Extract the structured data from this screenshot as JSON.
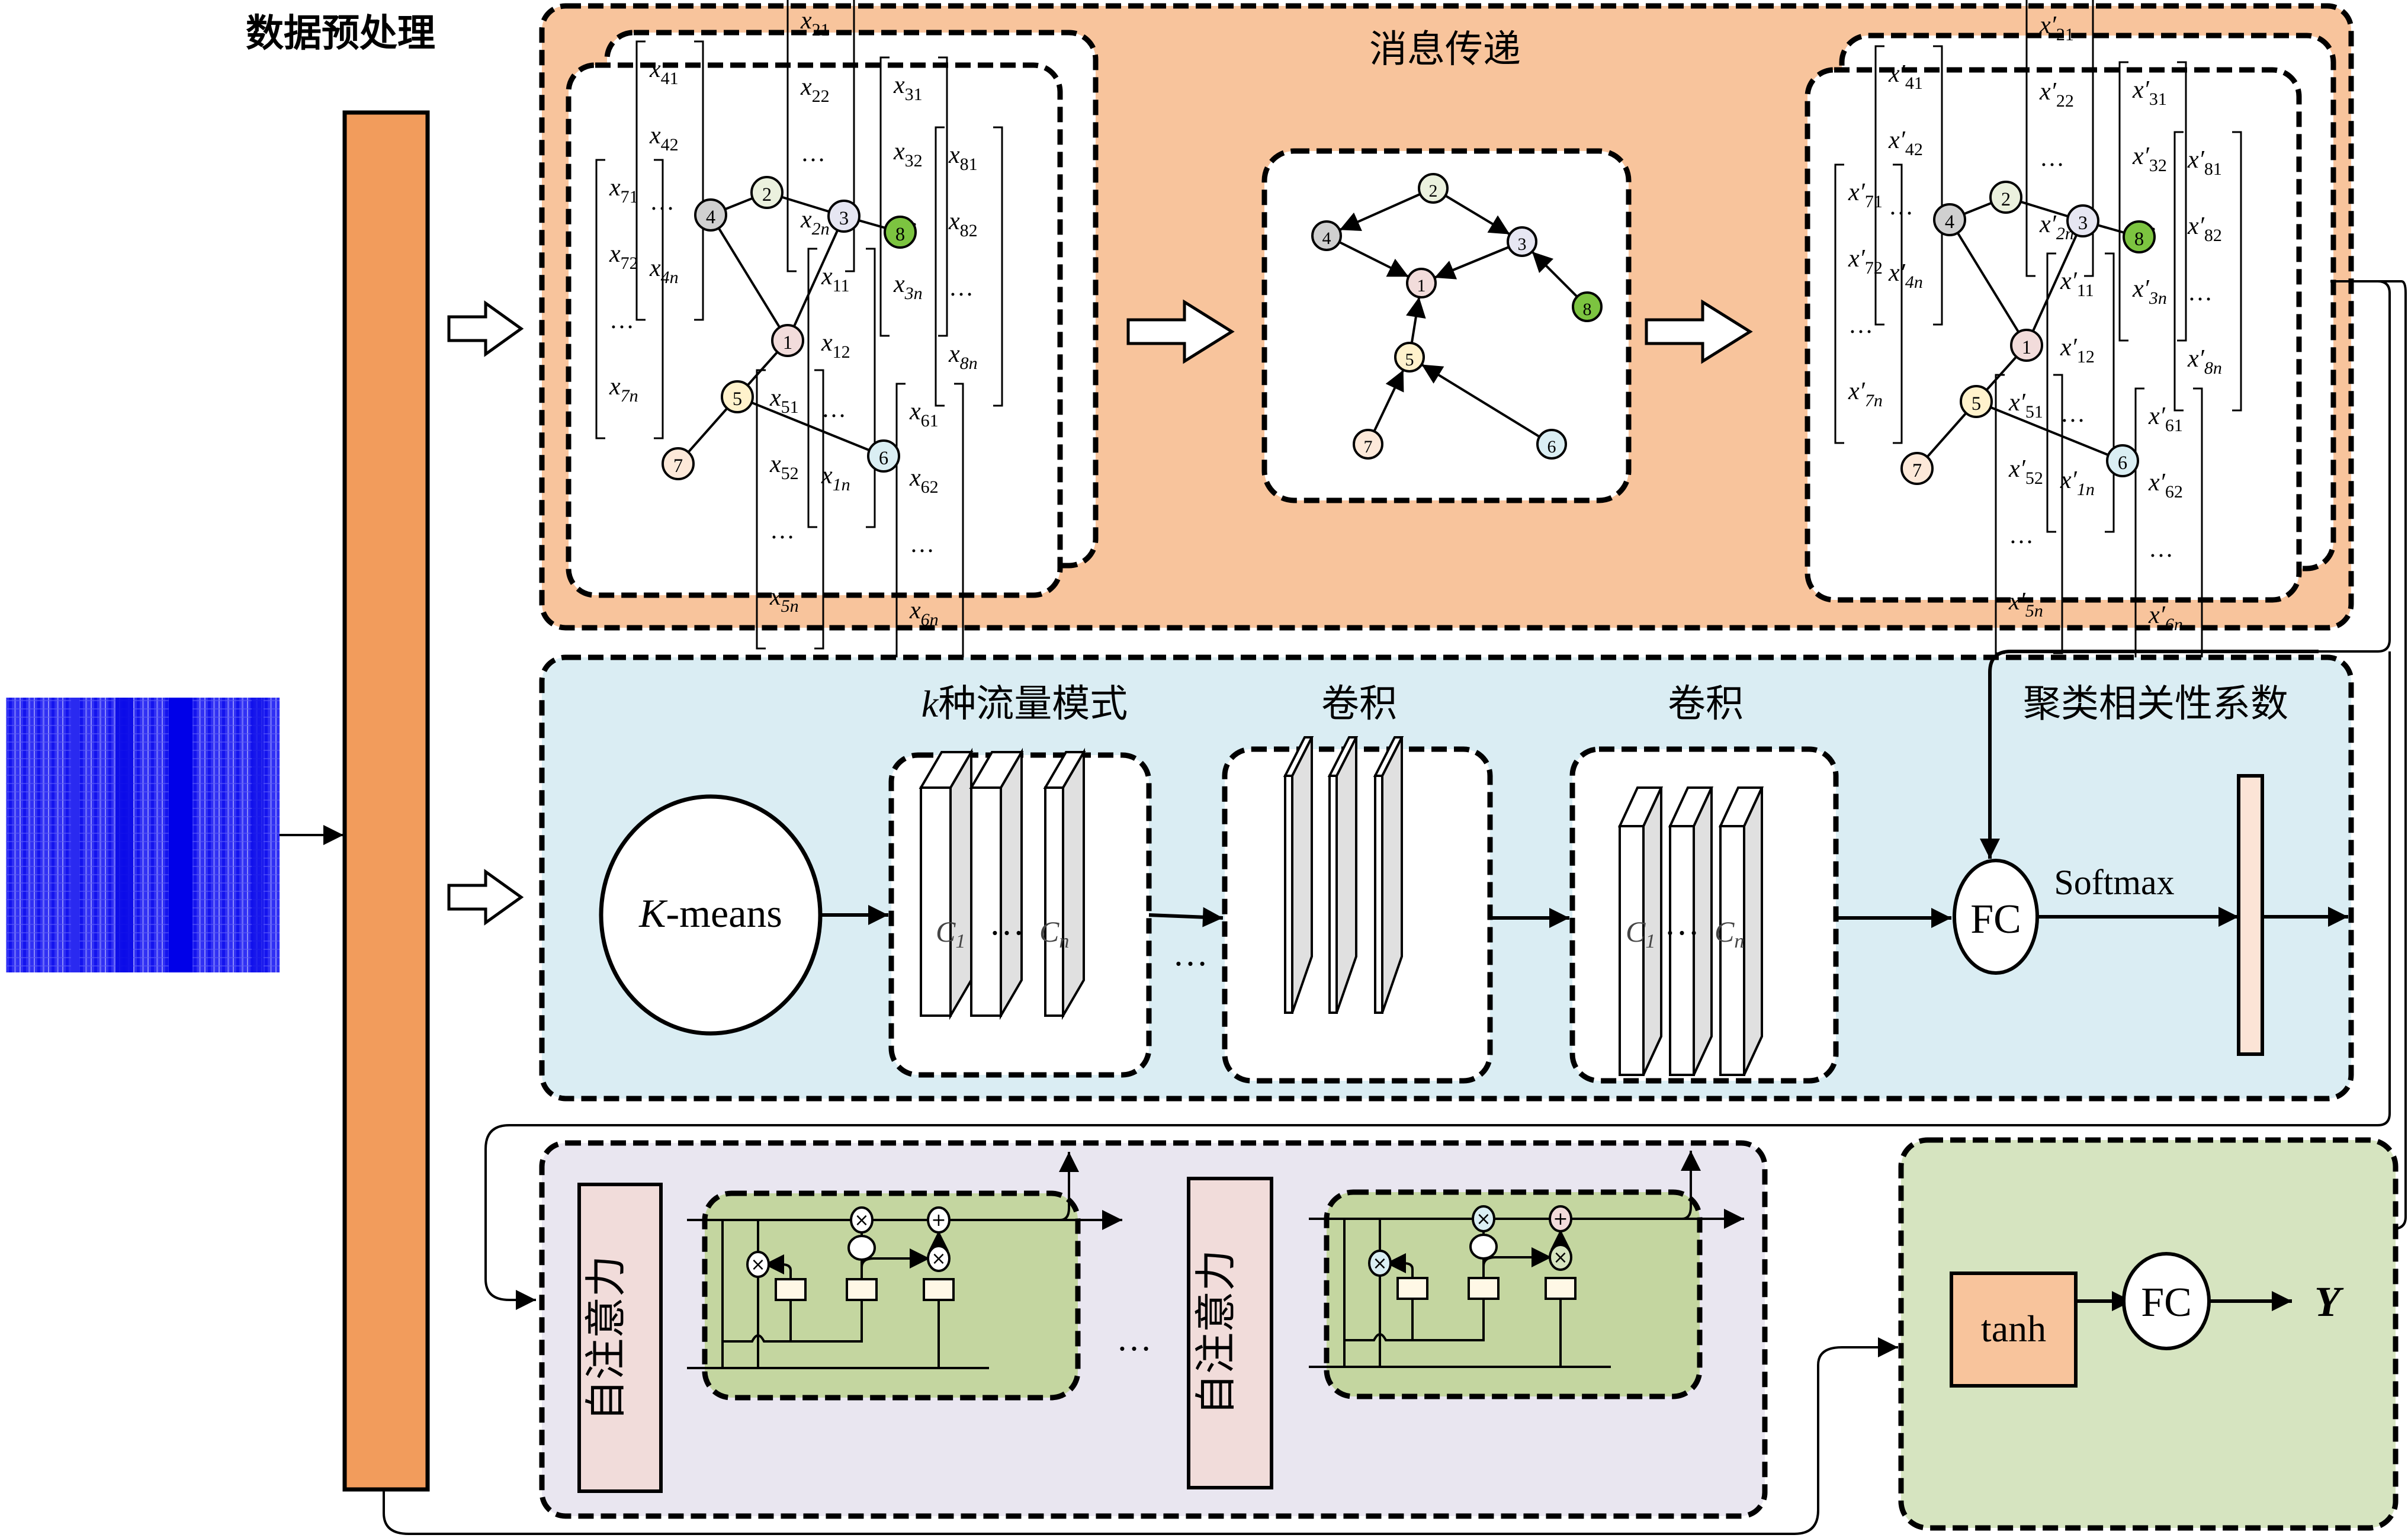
{
  "colors": {
    "preprocess_bar": "#F29C5C",
    "message_panel": "#F8C49C",
    "cluster_panel": "#DAEDF3",
    "lstm_panel": "#E9E6F0",
    "lstm_cell": "#C4D6A0",
    "output_panel": "#D6E4C0",
    "attention_box": "#F1DCDA",
    "tanh_box": "#F8C49C",
    "softmax_bar": "#FCE4D6",
    "heatmap": "#2020F0",
    "node_1": "#F2DCDB",
    "node_2": "#EBF1DE",
    "node_3": "#E6E6F2",
    "node_4": "#D0D0D0",
    "node_5": "#FFF2CC",
    "node_6": "#DAEEF3",
    "node_7": "#FDE9D9",
    "node_8": "#7CC440"
  },
  "preprocess": {
    "title": "数据预处理"
  },
  "message_passing": {
    "title": "消息传递",
    "nodes": [
      "1",
      "2",
      "3",
      "4",
      "5",
      "6",
      "7",
      "8"
    ],
    "input_edges": [
      [
        "2",
        "4"
      ],
      [
        "2",
        "3"
      ],
      [
        "4",
        "1"
      ],
      [
        "3",
        "1"
      ],
      [
        "3",
        "8"
      ],
      [
        "1",
        "5"
      ],
      [
        "5",
        "7"
      ],
      [
        "5",
        "6"
      ]
    ],
    "directed_edges": [
      [
        "2",
        "4"
      ],
      [
        "2",
        "3"
      ],
      [
        "4",
        "1"
      ],
      [
        "3",
        "1"
      ],
      [
        "8",
        "3"
      ],
      [
        "5",
        "1"
      ],
      [
        "7",
        "5"
      ],
      [
        "6",
        "5"
      ]
    ],
    "input_vectors": [
      {
        "node": "4",
        "entries": [
          "x41",
          "x42",
          "…",
          "x4n"
        ]
      },
      {
        "node": "2",
        "entries": [
          "x21",
          "x22",
          "…",
          "x2n"
        ]
      },
      {
        "node": "3",
        "entries": [
          "x31",
          "x32",
          "…",
          "x3n"
        ]
      },
      {
        "node": "8",
        "entries": [
          "x81",
          "x82",
          "…",
          "x8n"
        ]
      },
      {
        "node": "7",
        "entries": [
          "x71",
          "x72",
          "…",
          "x7n"
        ]
      },
      {
        "node": "1",
        "entries": [
          "x11",
          "x12",
          "…",
          "x1n"
        ]
      },
      {
        "node": "5",
        "entries": [
          "x51",
          "x52",
          "…",
          "x5n"
        ]
      },
      {
        "node": "6",
        "entries": [
          "x61",
          "x62",
          "…",
          "x6n"
        ]
      }
    ],
    "output_vectors": [
      {
        "node": "4",
        "entries": [
          "x′41",
          "x′42",
          "…",
          "x′4n"
        ]
      },
      {
        "node": "2",
        "entries": [
          "x′21",
          "x′22",
          "…",
          "x′2n"
        ]
      },
      {
        "node": "3",
        "entries": [
          "x′31",
          "x′32",
          "…",
          "x′3n"
        ]
      },
      {
        "node": "8",
        "entries": [
          "x′81",
          "x′82",
          "…",
          "x′8n"
        ]
      },
      {
        "node": "7",
        "entries": [
          "x′71",
          "x′72",
          "…",
          "x′7n"
        ]
      },
      {
        "node": "1",
        "entries": [
          "x′11",
          "x′12",
          "…",
          "x′1n"
        ]
      },
      {
        "node": "5",
        "entries": [
          "x′51",
          "x′52",
          "…",
          "x′5n"
        ]
      },
      {
        "node": "6",
        "entries": [
          "x′61",
          "x′62",
          "…",
          "x′6n"
        ]
      }
    ]
  },
  "clustering": {
    "kmeans_label_k": "K",
    "kmeans_label_rest": "-means",
    "patterns_title_k": "k",
    "patterns_title_rest": "种流量模式",
    "conv1_title": "卷积",
    "conv2_title": "卷积",
    "corr_title": "聚类相关性系数",
    "c1": "C",
    "c1_sub": "1",
    "cn": "C",
    "cn_sub": "n",
    "dots": "…",
    "between_dots": "…",
    "fc_label": "FC",
    "softmax_label": "Softmax"
  },
  "lstm": {
    "attention_label_1": "自注意力",
    "attention_label_2": "自注意力",
    "between_dots": "…",
    "ops": {
      "times": "×",
      "plus": "+"
    }
  },
  "output": {
    "tanh_label": "tanh",
    "fc_label": "FC",
    "y_label": "Y"
  }
}
